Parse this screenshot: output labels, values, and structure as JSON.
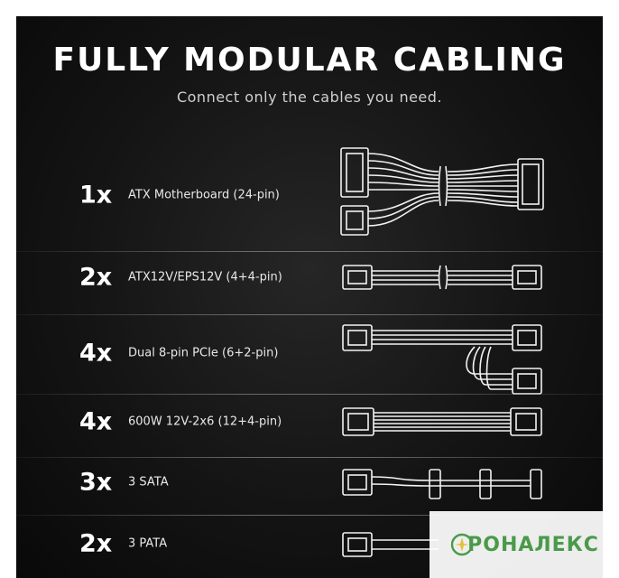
{
  "header": {
    "title": "FULLY MODULAR CABLING",
    "subtitle": "Connect only the cables you need."
  },
  "cables": [
    {
      "qty": "1x",
      "label": "ATX Motherboard (24-pin)"
    },
    {
      "qty": "2x",
      "label": "ATX12V/EPS12V (4+4-pin)"
    },
    {
      "qty": "4x",
      "label": "Dual 8-pin PCIe (6+2-pin)"
    },
    {
      "qty": "4x",
      "label": "600W 12V-2x6 (12+4-pin)"
    },
    {
      "qty": "3x",
      "label": "3 SATA"
    },
    {
      "qty": "2x",
      "label": "3 PATA"
    }
  ],
  "watermark": {
    "logo_text": "РОНАЛЕКС"
  },
  "colors": {
    "background": "#141414",
    "text": "#ffffff",
    "cable": "#f2f2f2",
    "watermark": "#4a9a4a"
  }
}
